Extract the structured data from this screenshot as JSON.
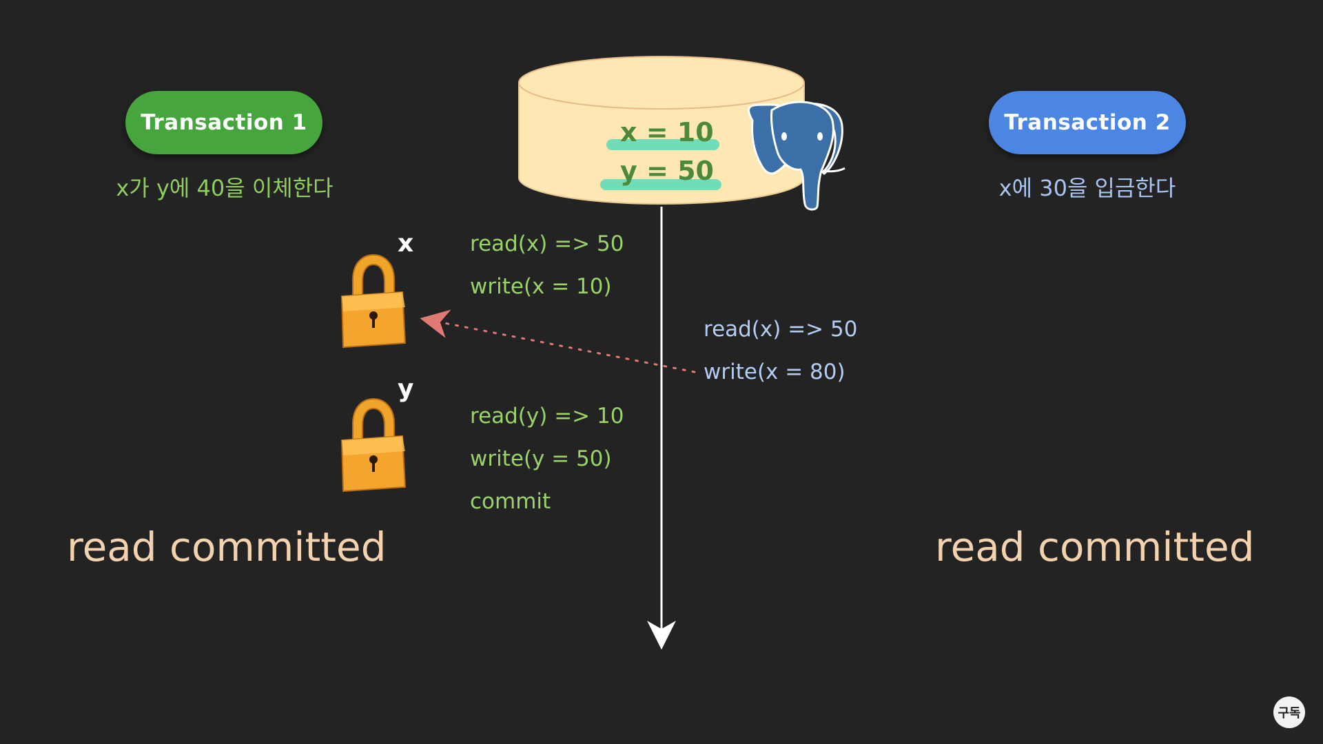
{
  "transaction1": {
    "label": "Transaction 1",
    "description": "x가 y에 40을 이체한다",
    "isolation": "read committed",
    "ops": [
      "read(x) => 50",
      "write(x = 10)",
      "read(y) => 10",
      "write(y = 50)",
      "commit"
    ]
  },
  "transaction2": {
    "label": "Transaction 2",
    "description": "x에 30을 입금한다",
    "isolation": "read committed",
    "ops": [
      "read(x) => 50",
      "write(x = 80)"
    ]
  },
  "database": {
    "x_value": "x = 10",
    "y_value": "y = 50",
    "logo": "postgresql-elephant-icon"
  },
  "locks": {
    "x_label": "x",
    "y_label": "y"
  },
  "overlay": {
    "subscribe_badge": "구독"
  },
  "colors": {
    "background": "#232323",
    "t1_pill": "#46a53d",
    "t2_pill": "#4b86e4",
    "t1_text": "#9ad36a",
    "t2_text": "#b3cdf4",
    "isolation_text": "#f4d2ae",
    "db_fill": "#fde8b3",
    "highlight": "#57d9b8",
    "wait_arrow": "#e07b74"
  }
}
